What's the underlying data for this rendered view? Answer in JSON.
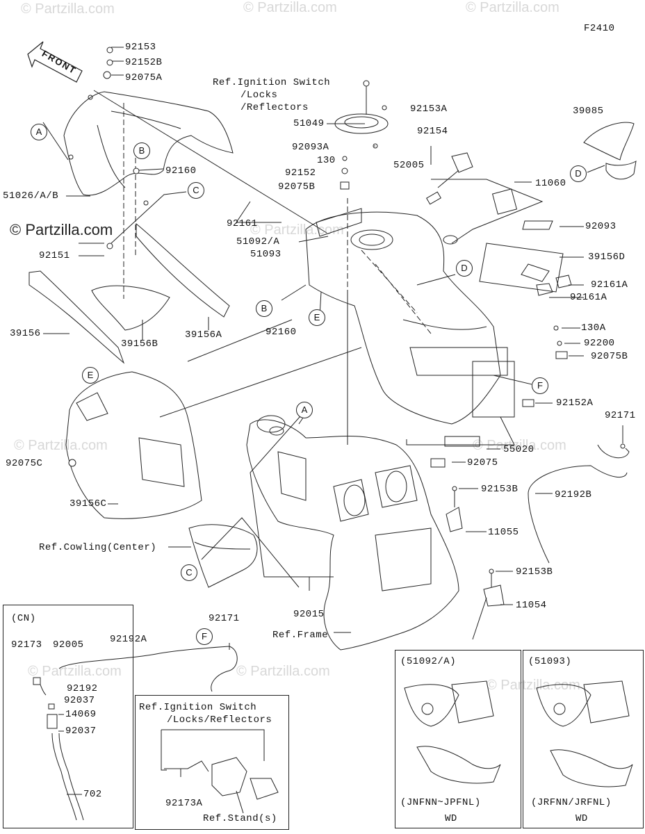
{
  "figure_code": "F2410",
  "watermarks": [
    "© Partzilla.com"
  ],
  "site_mark": "© Partzilla.com",
  "front_label": "FRONT",
  "callouts": {
    "a": "A",
    "b": "B",
    "c": "C",
    "d": "D",
    "e": "E",
    "f": "F"
  },
  "part_labels": {
    "p92153": "92153",
    "p92152B": "92152B",
    "p92075A": "92075A",
    "p51026": "51026/A/B",
    "p92160": "92160",
    "p92151": "92151",
    "p39156": "39156",
    "p39156B": "39156B",
    "p39156A": "39156A",
    "p92161": "92161",
    "p51092": "51092/A",
    "p51093": "51093",
    "p92160b": "92160",
    "p51049": "51049",
    "p92093A": "92093A",
    "p130": "130",
    "p92152": "92152",
    "p92075B": "92075B",
    "p92153A": "92153A",
    "p92154": "92154",
    "p52005": "52005",
    "p11060": "11060",
    "p39085": "39085",
    "p92093": "92093",
    "p39156D": "39156D",
    "p92161A1": "92161A",
    "p92161A2": "92161A",
    "p130A": "130A",
    "p92200": "92200",
    "p92075B2": "92075B",
    "p92152A": "92152A",
    "p92171": "92171",
    "p55020": "55020",
    "p92075": "92075",
    "p92192B": "92192B",
    "p92153B1": "92153B",
    "p11055": "11055",
    "p92153B2": "92153B",
    "p11054": "11054",
    "p92015": "92015",
    "p92075C": "92075C",
    "p39156C": "39156C",
    "ref_ignition": "Ref.Ignition Switch",
    "ref_locks": "/Locks",
    "ref_reflectors": "/Reflectors",
    "ref_cowling": "Ref.Cowling(Center)",
    "ref_frame": "Ref.Frame"
  },
  "cn_box": {
    "title": "(CN)",
    "p92173": "92173",
    "p92005": "92005",
    "p92192A": "92192A",
    "p92171": "92171",
    "p92192": "92192",
    "p92037a": "92037",
    "p14069": "14069",
    "p92037b": "92037",
    "p702": "702"
  },
  "ref_box": {
    "line1": "Ref.Ignition Switch",
    "line2": "/Locks/Reflectors",
    "p92173A": "92173A",
    "stand": "Ref.Stand(s)"
  },
  "variant_left": {
    "title": "(51092/A)",
    "models": "(JNFNN~JPFNL)",
    "market": "WD"
  },
  "variant_right": {
    "title": "(51093)",
    "models": "(JRFNN/JRFNL)",
    "market": "WD"
  }
}
